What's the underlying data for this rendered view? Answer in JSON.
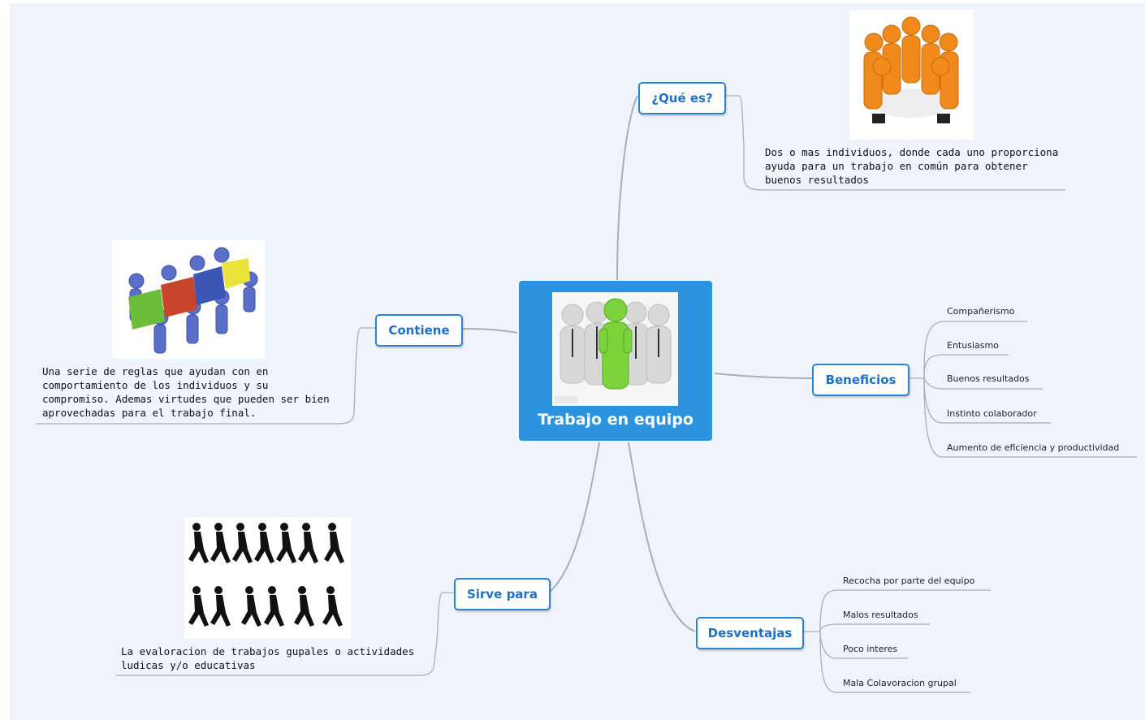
{
  "central": {
    "title": "Trabajo en equipo",
    "image": "team-figures-image"
  },
  "topics": {
    "que_es": {
      "label": "¿Qué es?",
      "note": [
        "Dos o mas individuos, donde cada uno proporciona",
        "ayuda para un trabajo en común para obtener",
        "buenos resultados"
      ],
      "image": "team-huddle-image"
    },
    "contiene": {
      "label": "Contiene",
      "note": [
        "Una serie de reglas que ayudan con en",
        "comportamiento de los individuos y su",
        "compromiso. Ademas virtudes que pueden ser bien",
        "aprovechadas para el trabajo final."
      ],
      "image": "puzzle-people-image"
    },
    "beneficios": {
      "label": "Beneficios",
      "items": [
        "Compañerismo",
        "Entusiasmo",
        "Buenos resultados",
        "Instinto colaborador",
        "Aumento de eficiencia y productividad"
      ]
    },
    "sirve_para": {
      "label": "Sirve para",
      "note": [
        "La evaloracion de trabajos gupales o actividades",
        "ludicas y/o educativas"
      ],
      "image": "running-silhouettes-image"
    },
    "desventajas": {
      "label": "Desventajas",
      "items": [
        "Recocha por parte del equipo",
        "Malos resultados",
        "Poco interes",
        "Mala Colavoracion grupal"
      ]
    }
  },
  "colors": {
    "central": "#2b93df",
    "topic_border": "#2b83d4",
    "topic_text": "#1f6fc4",
    "canvas": "#eff3fb",
    "connector": "#a9aeb6"
  }
}
